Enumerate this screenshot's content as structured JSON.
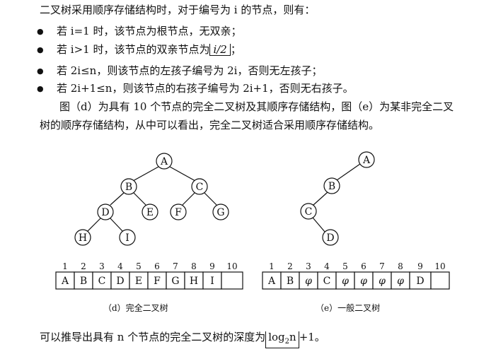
{
  "text": {
    "intro": "二叉树采用顺序存储结构时，对于编号为 i 的节点，则有：",
    "bullets": [
      {
        "text": "若 i=1 时，该节点为根节点，无双亲；"
      },
      {
        "before": "若 i>1 时，该节点的双亲节点为",
        "floor_expr": "i/2",
        "after": "；"
      },
      {
        "text": "若 2i≤n，则该节点的左孩子编号为 2i，否则无左孩子；"
      },
      {
        "text": "若 2i+1≤n，则该节点的右孩子编号为 2i+1，否则无右孩子。"
      }
    ],
    "para_line1": "图（d）为具有 10 个节点的完全二叉树及其顺序存储结构，图（e）为某非完全二叉",
    "para_line2": "树的顺序存储结构，从中可以看出，完全二叉树适合采用顺序存储结构。",
    "bottom_before": "可以推导出具有 n 个节点的完全二叉树的深度为",
    "bottom_log": "log",
    "bottom_sub": "2",
    "bottom_n": "n",
    "bottom_after": "+1。"
  },
  "figure_d": {
    "caption": "（d）完全二叉树",
    "nodes": [
      "A",
      "B",
      "C",
      "D",
      "E",
      "F",
      "G",
      "H",
      "I"
    ],
    "indices": [
      "1",
      "2",
      "3",
      "4",
      "5",
      "6",
      "7",
      "8",
      "9",
      "10"
    ],
    "cells": [
      "A",
      "B",
      "C",
      "D",
      "E",
      "F",
      "G",
      "H",
      "I",
      ""
    ]
  },
  "figure_e": {
    "caption": "（e）一般二叉树",
    "nodes": [
      "A",
      "B",
      "C",
      "D"
    ],
    "indices": [
      "1",
      "2",
      "3",
      "4",
      "5",
      "6",
      "7",
      "8",
      "9",
      "10"
    ],
    "cells": [
      "A",
      "B",
      "φ",
      "C",
      "φ",
      "φ",
      "φ",
      "φ",
      "D",
      ""
    ]
  }
}
